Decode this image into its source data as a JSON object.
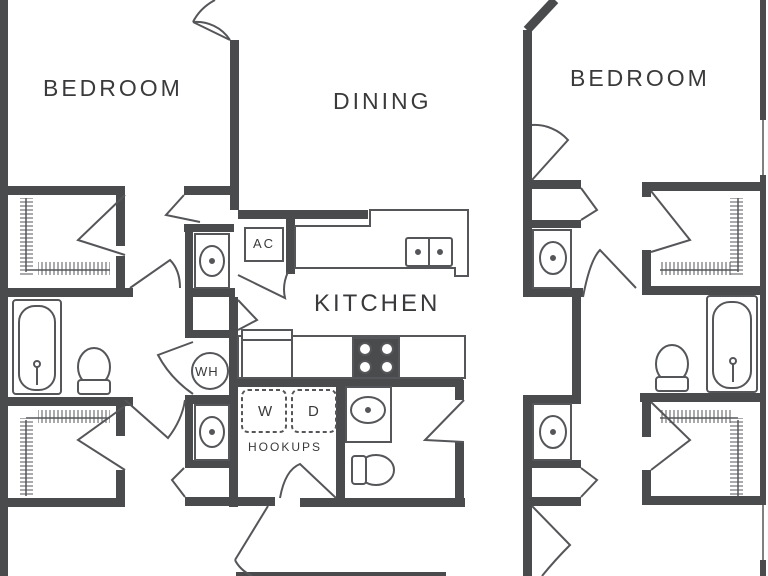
{
  "plan": {
    "rooms": {
      "bedroom_left": "BEDROOM",
      "dining": "DINING",
      "bedroom_right": "BEDROOM",
      "kitchen": "KITCHEN"
    },
    "fixtures": {
      "ac": "AC",
      "water_heater": "WH",
      "washer": "W",
      "dryer": "D",
      "hookups": "HOOKUPS"
    },
    "colors": {
      "wall": "#4a4b4d",
      "line": "#555659",
      "background": "#ffffff"
    }
  }
}
